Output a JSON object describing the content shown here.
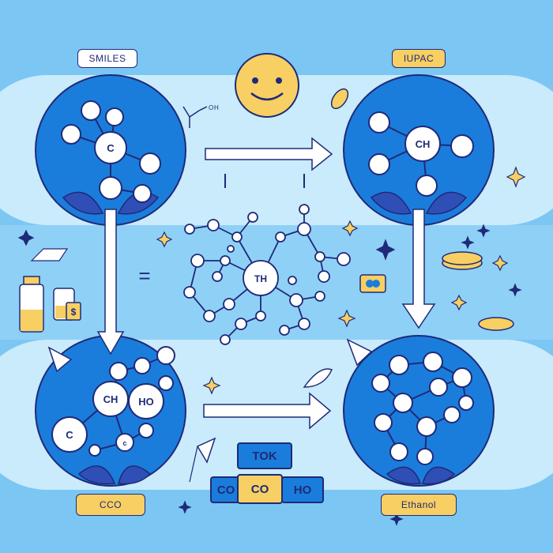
{
  "labels": {
    "smiles": "SMILES",
    "iupac": "IUPAC",
    "cco": "CCO",
    "ethanol": "Ethanol"
  },
  "atoms": {
    "top_left": "C",
    "top_right": "CH",
    "center": "TH",
    "bottom_left_ch": "CH",
    "bottom_left_ho": "HO",
    "bottom_left_c": "C",
    "bottom_left_small": "c"
  },
  "small_formula": {
    "o": "O",
    "h": "H"
  },
  "tiles": {
    "tok": "TOK",
    "co_left": "CO",
    "co_center": "CO",
    "ho": "HO"
  },
  "dollar": "$",
  "equals": "=",
  "colors": {
    "background": "#7cc6f4",
    "band": "#c9ebfb",
    "circle_blue": "#1a7ddc",
    "outline": "#1f2a78",
    "gold": "#f7cf62",
    "atom_white": "#ffffff"
  }
}
